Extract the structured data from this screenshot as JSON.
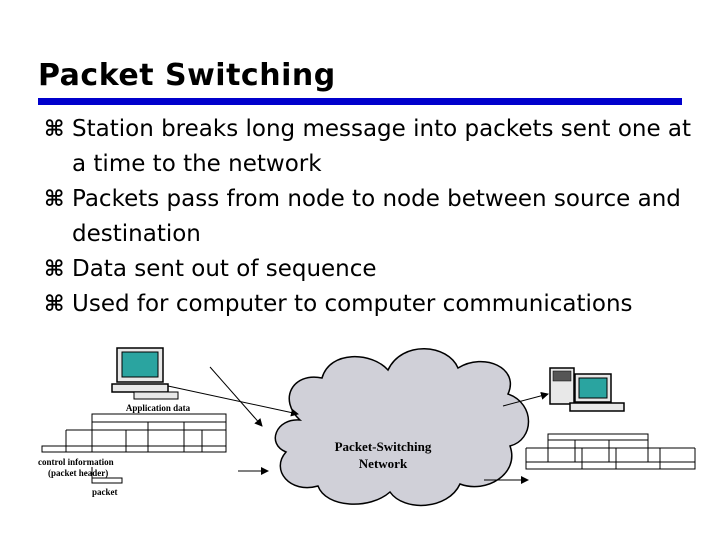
{
  "slide": {
    "title": "Packet Switching",
    "bullet_icon": "z-bullet-icon",
    "bullets": [
      "Station breaks long message into packets sent one at a time to the network",
      "Packets pass from node to node between source and destination",
      "Data sent out of sequence",
      "Used for computer to computer communications"
    ]
  },
  "diagram": {
    "application_data": "Application data",
    "control_info": "control information",
    "packet_header": "(packet header)",
    "packet": "packet",
    "network_line1": "Packet-Switching",
    "network_line2": "Network"
  },
  "colors": {
    "title_rule": "#0000cc",
    "screen": "#2aa4a0",
    "cloud": "#d0d0d8"
  }
}
